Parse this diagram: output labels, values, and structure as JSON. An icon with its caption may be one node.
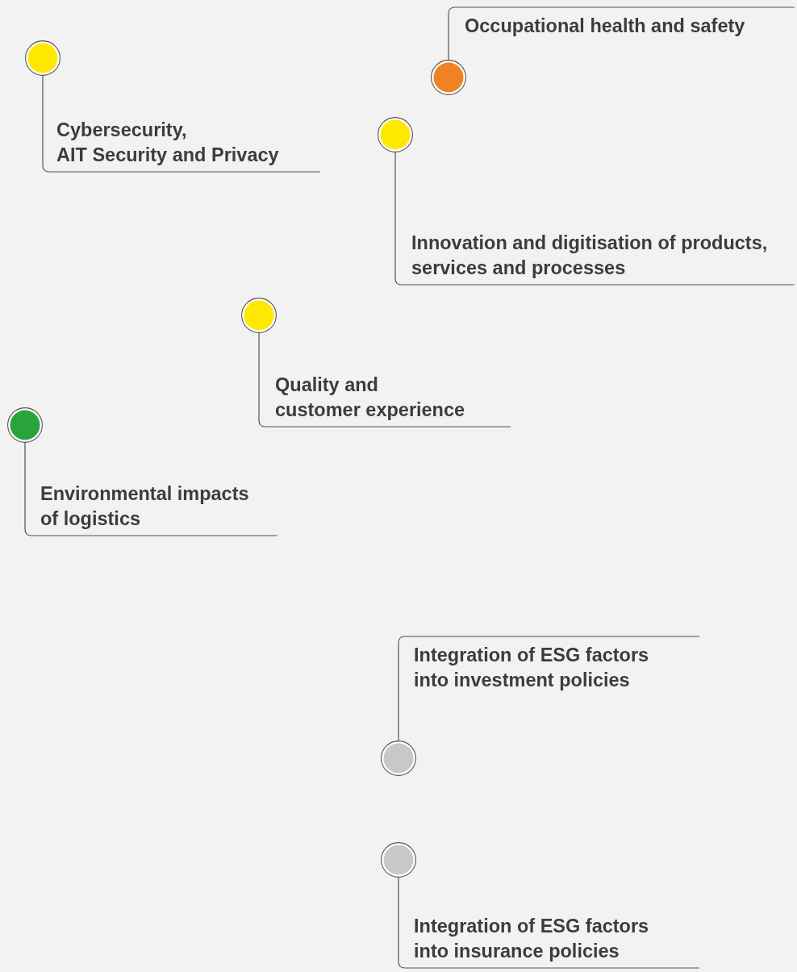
{
  "diagram": {
    "nodes": [
      {
        "text": [
          "Occupational health and safety"
        ]
      },
      {
        "text": [],
        "shape": "circle"
      },
      {
        "text": [],
        "shape": "circle"
      },
      {
        "text": [
          "Cybersecurity, AIT Security and Privacy"
        ]
      },
      {
        "text": [],
        "shape": "circle"
      },
      {
        "text": [
          "Innovation and digitisation of products, services and processes"
        ]
      },
      {
        "text": [],
        "shape": "circle"
      },
      {
        "text": [
          "Quality and customer experience"
        ]
      },
      {
        "text": [],
        "shape": "circle"
      },
      {
        "text": [
          "Environmental impacts of logistics"
        ]
      },
      {
        "text": [
          "Integration of ESG factors into investment policies"
        ]
      },
      {
        "text": [],
        "shape": "circle"
      },
      {
        "text": [],
        "shape": "circle"
      },
      {
        "text": [
          "Integration of ESG factors into insurance policies"
        ]
      }
    ],
    "edges": [
      {
        "from": 1,
        "to": 0,
        "arrow": "none"
      },
      {
        "from": 2,
        "to": 3,
        "arrow": "none"
      },
      {
        "from": 4,
        "to": 5,
        "arrow": "none"
      },
      {
        "from": 6,
        "to": 7,
        "arrow": "none"
      },
      {
        "from": 8,
        "to": 9,
        "arrow": "none"
      },
      {
        "from": 11,
        "to": 10,
        "arrow": "none"
      },
      {
        "from": 12,
        "to": 13,
        "arrow": "none"
      }
    ]
  }
}
